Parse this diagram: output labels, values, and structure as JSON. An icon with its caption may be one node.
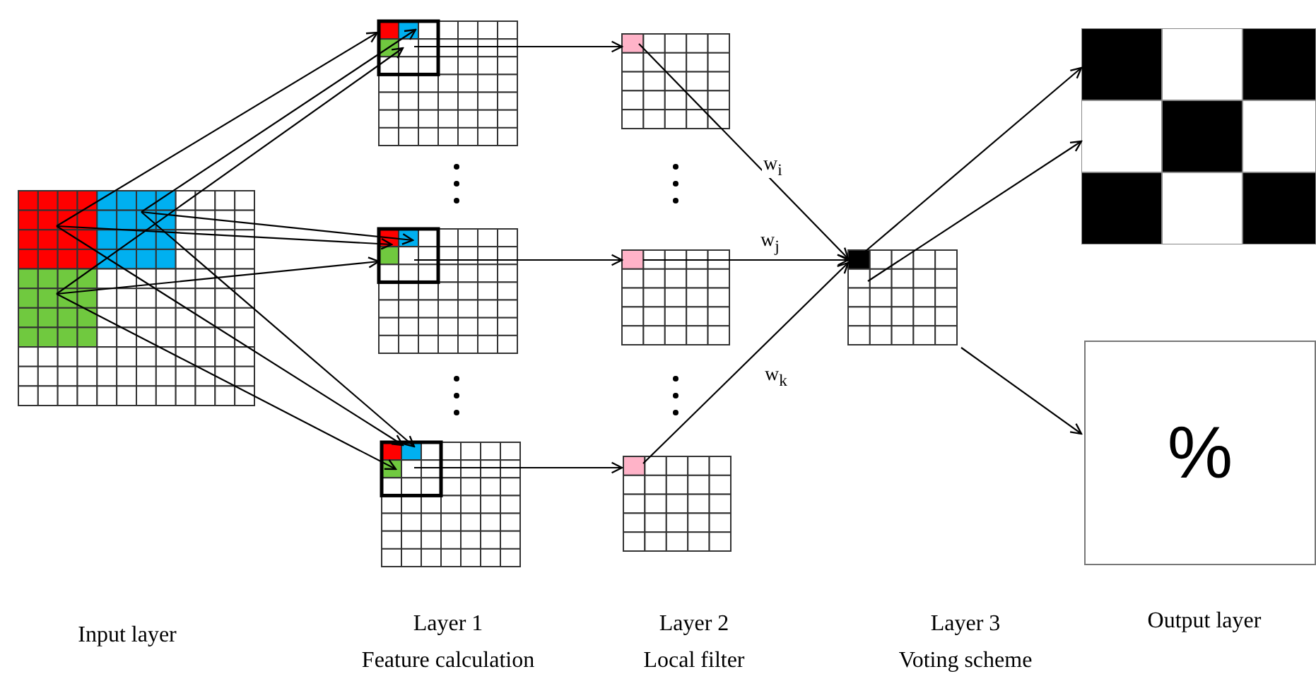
{
  "diagram": {
    "nodes": [
      {
        "text": [],
        "shape": "grid"
      },
      {
        "text": [],
        "shape": "grid"
      },
      {
        "text": [],
        "shape": "grid"
      },
      {
        "text": [],
        "shape": "grid"
      },
      {
        "text": [],
        "shape": "grid"
      },
      {
        "text": [],
        "shape": "grid"
      },
      {
        "text": [],
        "shape": "grid"
      },
      {
        "text": [],
        "shape": "grid"
      },
      {
        "text": [],
        "shape": "picture"
      },
      {
        "text": [
          "%"
        ]
      }
    ],
    "edges": [
      {
        "from": 0,
        "to": 1,
        "arrow": "to"
      },
      {
        "from": 0,
        "to": 1,
        "arrow": "to"
      },
      {
        "from": 0,
        "to": 1,
        "arrow": "to"
      },
      {
        "from": 0,
        "to": 2,
        "arrow": "to"
      },
      {
        "from": 0,
        "to": 2,
        "arrow": "to"
      },
      {
        "from": 0,
        "to": 2,
        "arrow": "to"
      },
      {
        "from": 0,
        "to": 3,
        "arrow": "to"
      },
      {
        "from": 0,
        "to": 3,
        "arrow": "to"
      },
      {
        "from": 0,
        "to": 3,
        "arrow": "to"
      },
      {
        "from": 1,
        "to": 4,
        "arrow": "to"
      },
      {
        "from": 2,
        "to": 5,
        "arrow": "to"
      },
      {
        "from": 3,
        "to": 6,
        "arrow": "to"
      },
      {
        "from": 4,
        "to": 7,
        "arrow": "to",
        "label": "w$_{i}$"
      },
      {
        "from": 5,
        "to": 7,
        "arrow": "to",
        "label": "w$_{j}$"
      },
      {
        "from": 6,
        "to": 7,
        "arrow": "to",
        "label": "w$_{k}$"
      },
      {
        "from": 7,
        "to": 8,
        "arrow": "to"
      },
      {
        "from": 7,
        "to": 8,
        "arrow": "to"
      },
      {
        "from": 7,
        "to": 9,
        "arrow": "to"
      }
    ],
    "labels": [
      "Input layer",
      "Layer 1",
      "Feature calculation",
      "Layer 2",
      "Local filter",
      "Layer 3",
      "Voting scheme",
      "Output layer"
    ]
  }
}
